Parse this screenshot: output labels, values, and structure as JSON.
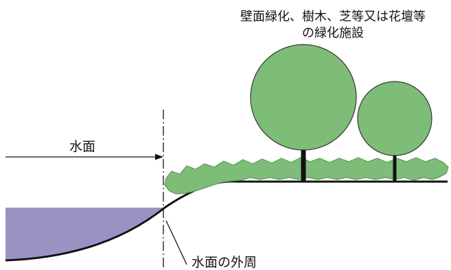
{
  "labels": {
    "greenery_line1": "壁面緑化、樹木、芝等又は花壇等",
    "greenery_line2": "の緑化施設",
    "water_surface": "水面",
    "water_perimeter": "水面の外周"
  },
  "colors": {
    "water": "#9b92c4",
    "foliage": "#7dbd78",
    "foliage_outline": "#5c9a57",
    "trunk": "#111111",
    "line": "#111111"
  }
}
